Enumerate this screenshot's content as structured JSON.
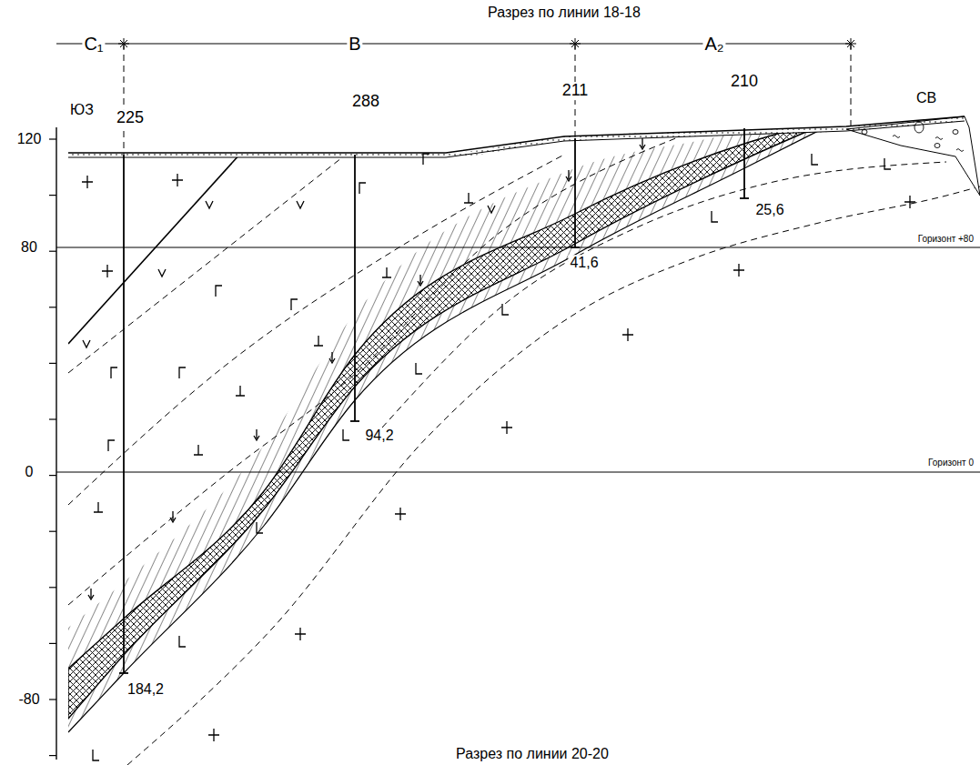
{
  "diagram": {
    "title": "Разрез по линии 18-18",
    "labels": [
      "С₁",
      "В",
      "А₂",
      "ЮЗ",
      "СВ",
      "225",
      "288",
      "211",
      "210",
      "120",
      "80",
      "0",
      "-80",
      "Горизонт +80",
      "Горизонт 0",
      "184,2",
      "94,2",
      "41,6",
      "25,6",
      "Разрез по линии 20-20"
    ]
  }
}
